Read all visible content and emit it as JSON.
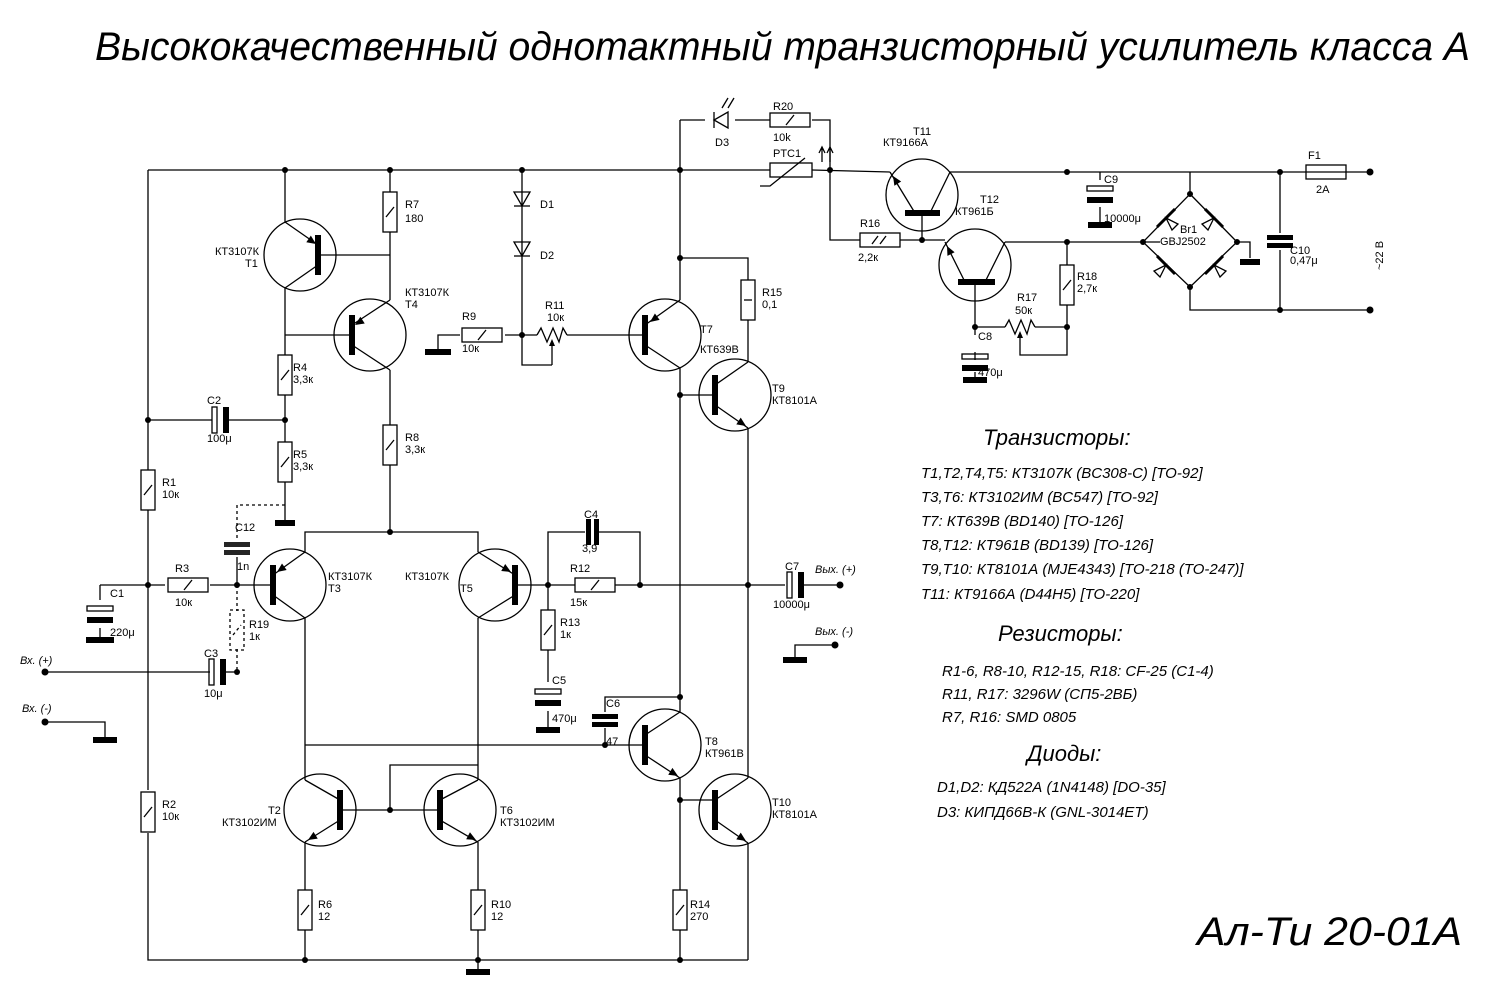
{
  "title": "Высококачественный однотактный транзисторный усилитель класса А",
  "signature": "Ал-Ти 20-01А",
  "terminals": {
    "in_plus": "Вх. (+)",
    "in_minus": "Вх. (-)",
    "out_plus": "Вых. (+)",
    "out_minus": "Вых. (-)",
    "mains": "~22 В"
  },
  "components": {
    "T1": {
      "name": "T1",
      "value": "КТ3107К"
    },
    "T2": {
      "name": "T2",
      "value": "КТ3102ИМ"
    },
    "T3": {
      "name": "T3",
      "value": "КТ3107К"
    },
    "T4": {
      "name": "T4",
      "value": "КТ3107К"
    },
    "T5": {
      "name": "T5",
      "value": "КТ3107К"
    },
    "T6": {
      "name": "T6",
      "value": "КТ3102ИМ"
    },
    "T7": {
      "name": "T7",
      "value": "КТ639В"
    },
    "T8": {
      "name": "T8",
      "value": "КТ961В"
    },
    "T9": {
      "name": "T9",
      "value": "КТ8101А"
    },
    "T10": {
      "name": "T10",
      "value": "КТ8101А"
    },
    "T11": {
      "name": "T11",
      "value": "КТ9166А"
    },
    "T12": {
      "name": "T12",
      "value": "КТ961Б"
    },
    "R1": {
      "name": "R1",
      "value": "10к"
    },
    "R2": {
      "name": "R2",
      "value": "10к"
    },
    "R3": {
      "name": "R3",
      "value": "10к"
    },
    "R4": {
      "name": "R4",
      "value": "3,3к"
    },
    "R5": {
      "name": "R5",
      "value": "3,3к"
    },
    "R6": {
      "name": "R6",
      "value": "12"
    },
    "R7": {
      "name": "R7",
      "value": "180"
    },
    "R8": {
      "name": "R8",
      "value": "3,3к"
    },
    "R9": {
      "name": "R9",
      "value": "10к"
    },
    "R10": {
      "name": "R10",
      "value": "12"
    },
    "R11": {
      "name": "R11",
      "value": "10к"
    },
    "R12": {
      "name": "R12",
      "value": "15к"
    },
    "R13": {
      "name": "R13",
      "value": "1к"
    },
    "R14": {
      "name": "R14",
      "value": "270"
    },
    "R15": {
      "name": "R15",
      "value": "0,1"
    },
    "R16": {
      "name": "R16",
      "value": "2,2к"
    },
    "R17": {
      "name": "R17",
      "value": "50к"
    },
    "R18": {
      "name": "R18",
      "value": "2,7к"
    },
    "R19": {
      "name": "R19",
      "value": "1к"
    },
    "R20": {
      "name": "R20",
      "value": "10k"
    },
    "C1": {
      "name": "C1",
      "value": "220μ"
    },
    "C2": {
      "name": "C2",
      "value": "100μ"
    },
    "C3": {
      "name": "C3",
      "value": "10μ"
    },
    "C4": {
      "name": "C4",
      "value": "3,9"
    },
    "C5": {
      "name": "C5",
      "value": "470μ"
    },
    "C6": {
      "name": "C6",
      "value": "47"
    },
    "C7": {
      "name": "C7",
      "value": "10000μ"
    },
    "C8": {
      "name": "C8",
      "value": "470μ"
    },
    "C9": {
      "name": "C9",
      "value": "10000μ"
    },
    "C10": {
      "name": "C10",
      "value": "0,47μ"
    },
    "C12": {
      "name": "C12",
      "value": "1n"
    },
    "D1": {
      "name": "D1"
    },
    "D2": {
      "name": "D2"
    },
    "D3": {
      "name": "D3"
    },
    "PTC1": {
      "name": "PTC1"
    },
    "Br1": {
      "name": "Br1",
      "value": "GBJ2502"
    },
    "F1": {
      "name": "F1",
      "value": "2А"
    }
  },
  "legend": {
    "transistors_heading": "Транзисторы:",
    "transistors": [
      "T1,T2,T4,T5: КТ3107К (BC308-C) [TO-92]",
      "T3,T6: КТ3102ИМ (BC547) [TO-92]",
      "T7: КТ639В (BD140) [TO-126]",
      "T8,T12: КТ961В (BD139) [TO-126]",
      "T9,T10: КТ8101А (MJE4343) [TO-218 (TO-247)]",
      "T11: КТ9166А (D44H5) [TO-220]"
    ],
    "resistors_heading": "Резисторы:",
    "resistors": [
      "R1-6, R8-10, R12-15, R18: CF-25 (C1-4)",
      "R11, R17: 3296W (СП5-2ВБ)",
      "R7, R16: SMD 0805"
    ],
    "diodes_heading": "Диоды:",
    "diodes": [
      "D1,D2: КД522А (1N4148) [DO-35]",
      "D3: КИПД66В-К (GNL-3014ET)"
    ]
  }
}
